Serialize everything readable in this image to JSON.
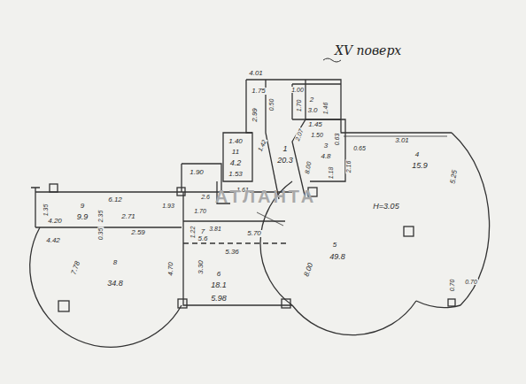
{
  "diagram": {
    "title": "XV поверх",
    "labels": [
      "4.01",
      "1.75",
      "1.00",
      "0.50",
      "2",
      "3.0",
      "1.70",
      "1.46",
      "2.99",
      "1.45",
      "1.40",
      "11",
      "4.2",
      "1.53",
      "1.42",
      "1",
      "20.3",
      "2.07",
      "1.50",
      "3",
      "4.8",
      "0.63",
      "0.65",
      "3.01",
      "4",
      "15.9",
      "2.16",
      "5.25",
      "1.90",
      "1.61",
      "1.18",
      "2.6",
      "1.70",
      "H=3.05",
      "1.35",
      "9",
      "9.9",
      "6.12",
      "1.93",
      "2.71",
      "2.35",
      "4.20",
      "0.35",
      "2.59",
      "4.42",
      "1.22",
      "3.81",
      "7",
      "5.6",
      "5.70",
      "5.36",
      "7.78",
      "8",
      "34.8",
      "4.70",
      "3.30",
      "6",
      "18.1",
      "5.98",
      "5",
      "49.8",
      "8.00",
      "0.70",
      "0.70",
      "АТЛАНТА",
      "8.00"
    ]
  }
}
